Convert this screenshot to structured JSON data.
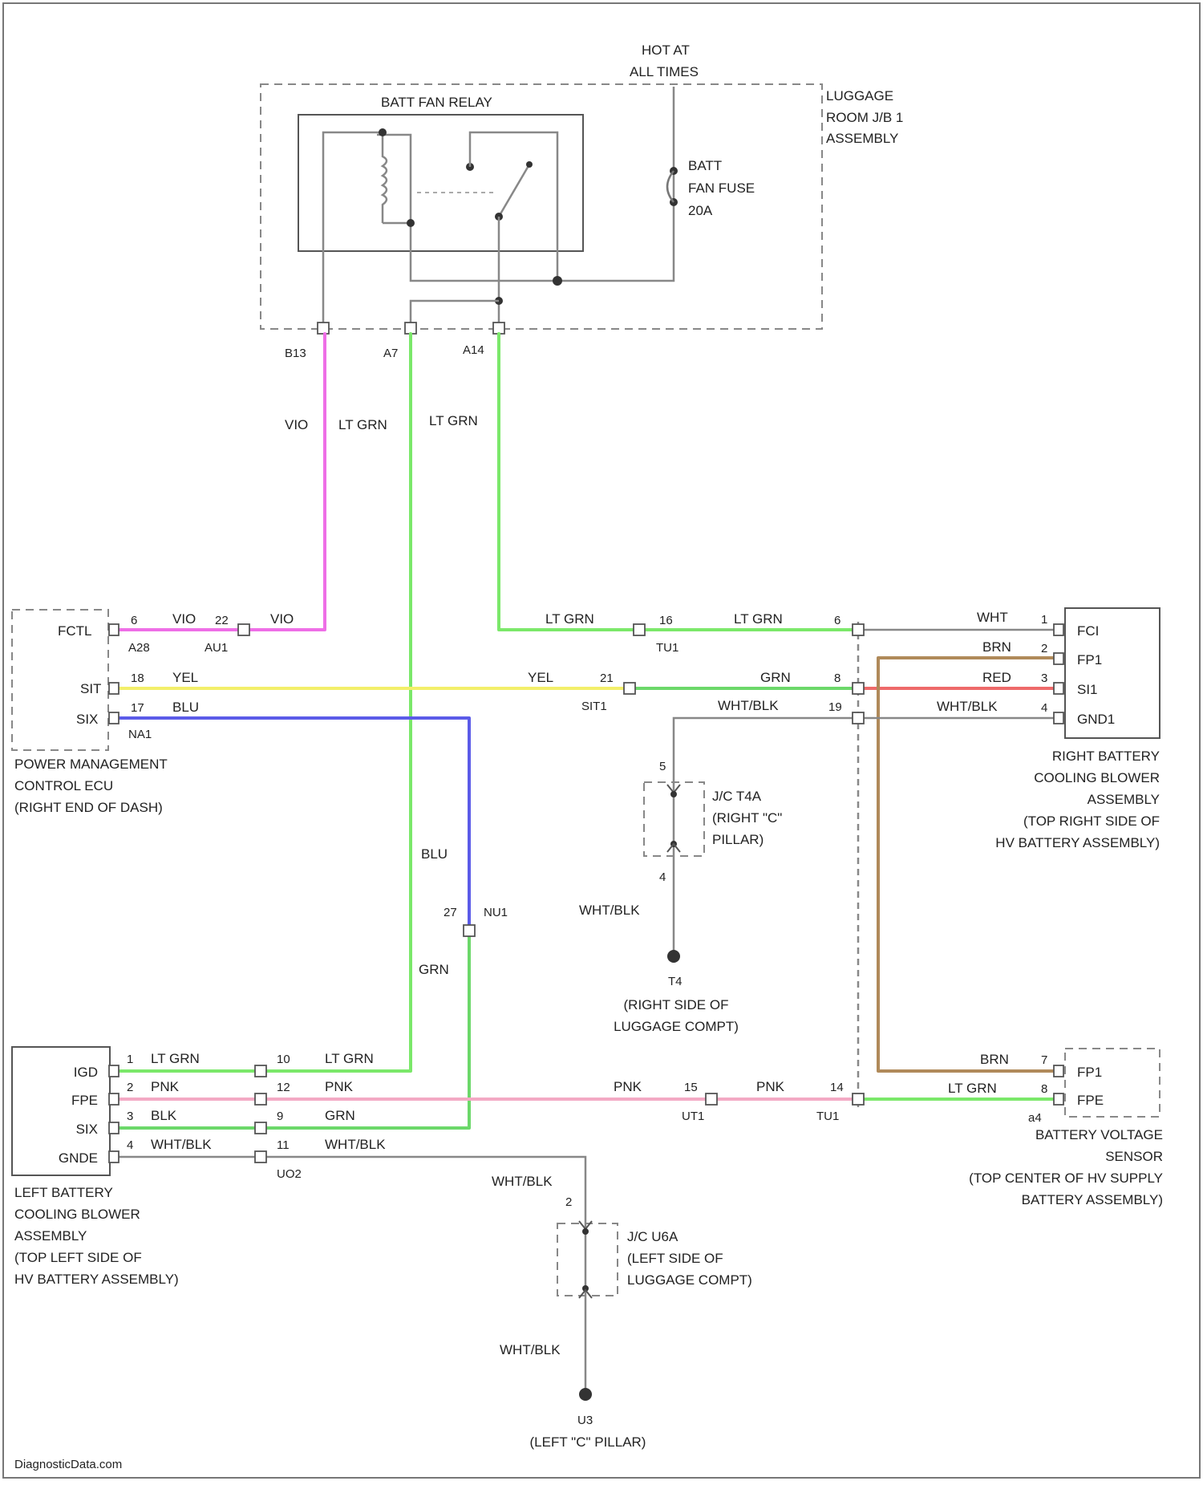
{
  "power": {
    "hot_l1": "HOT AT",
    "hot_l2": "ALL TIMES"
  },
  "relay_block": {
    "name_l1": "LUGGAGE",
    "name_l2": "ROOM J/B 1",
    "name_l3": "ASSEMBLY",
    "relay": "BATT FAN RELAY",
    "fuse_l1": "BATT",
    "fuse_l2": "FAN FUSE",
    "fuse_l3": "20A",
    "conn_b13": "B13",
    "conn_a7": "A7",
    "conn_a14": "A14"
  },
  "wire_colors": {
    "vio": "VIO",
    "lt_grn": "LT GRN",
    "yel": "YEL",
    "blu": "BLU",
    "grn": "GRN",
    "wht": "WHT",
    "brn": "BRN",
    "red": "RED",
    "wht_blk": "WHT/BLK",
    "pnk": "PNK",
    "blk": "BLK"
  },
  "ecu": {
    "pin_fctl": "FCTL",
    "pin_sit": "SIT",
    "pin_six": "SIX",
    "n6": "6",
    "n22": "22",
    "n18": "18",
    "n17": "17",
    "a28": "A28",
    "au1": "AU1",
    "na1": "NA1",
    "name_l1": "POWER MANAGEMENT",
    "name_l2": "CONTROL ECU",
    "name_l3": "(RIGHT END OF DASH)"
  },
  "connectors": {
    "tu1": "TU1",
    "n16": "16",
    "n6b": "6",
    "n21": "21",
    "n8": "8",
    "n19": "19",
    "sit1": "SIT1",
    "n27": "27",
    "nu1": "NU1",
    "n10": "10",
    "n12": "12",
    "n9": "9",
    "n11": "11",
    "uo2": "UO2",
    "n15": "15",
    "n14": "14",
    "ut1": "UT1",
    "tu1b": "TU1"
  },
  "right_blower": {
    "pins": [
      "FCI",
      "FP1",
      "SI1",
      "GND1"
    ],
    "nums": [
      "1",
      "2",
      "3",
      "4"
    ],
    "name_l1": "RIGHT BATTERY",
    "name_l2": "COOLING BLOWER",
    "name_l3": "ASSEMBLY",
    "name_l4": "(TOP RIGHT SIDE OF",
    "name_l5": "HV BATTERY ASSEMBLY)"
  },
  "jc_t4a": {
    "name_l1": "J/C T4A",
    "name_l2": "(RIGHT \"C\"",
    "name_l3": "PILLAR)",
    "n5": "5",
    "n4": "4"
  },
  "ground_t4": {
    "name": "T4",
    "loc_l1": "(RIGHT SIDE OF",
    "loc_l2": "LUGGAGE COMPT)"
  },
  "left_blower": {
    "pins": [
      "IGD",
      "FPE",
      "SIX",
      "GNDE"
    ],
    "nums": [
      "1",
      "2",
      "3",
      "4"
    ],
    "name_l1": "LEFT BATTERY",
    "name_l2": "COOLING BLOWER",
    "name_l3": "ASSEMBLY",
    "name_l4": "(TOP LEFT SIDE OF",
    "name_l5": "HV BATTERY ASSEMBLY)"
  },
  "voltage_sensor": {
    "pins": [
      "FP1",
      "FPE"
    ],
    "nums": [
      "7",
      "8"
    ],
    "conn": "a4",
    "name_l1": "BATTERY VOLTAGE",
    "name_l2": "SENSOR",
    "name_l3": "(TOP CENTER OF HV SUPPLY",
    "name_l4": "BATTERY ASSEMBLY)"
  },
  "jc_u6a": {
    "name_l1": "J/C U6A",
    "name_l2": "(LEFT SIDE OF",
    "name_l3": "LUGGAGE COMPT)",
    "n2": "2"
  },
  "ground_u3": {
    "name": "U3",
    "loc": "(LEFT \"C\" PILLAR)"
  },
  "footer": "DiagnosticData.com",
  "colors": {
    "vio": "#ee6ee6",
    "lt_grn": "#7be86a",
    "yel": "#f3ef6a",
    "blu": "#5b5be8",
    "grn": "#6cd86a",
    "brn": "#b08a5a",
    "red": "#ee6a6a",
    "pnk": "#f3a9c4"
  }
}
